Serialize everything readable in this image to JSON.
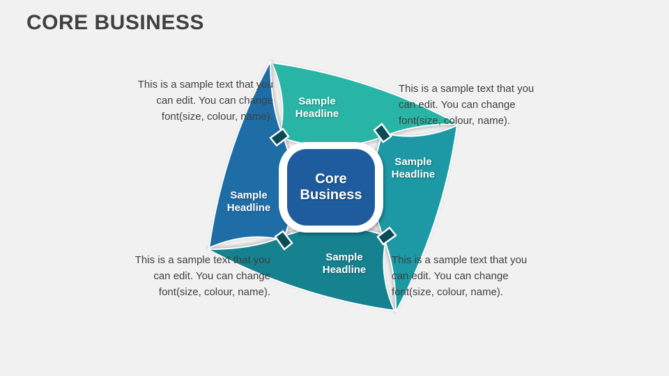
{
  "slide": {
    "title": "CORE BUSINESS",
    "background_color": "#F1F1F1",
    "title_color": "#404040",
    "body_text_color": "#3F3F3F"
  },
  "diagram": {
    "center": {
      "lines": [
        "Core",
        "Business"
      ],
      "color": "#1E5C9E",
      "ring_color": "#FFFFFF"
    },
    "diamond_color": "#0C4A55",
    "blades": {
      "top": {
        "color": "#29B5A6",
        "label_lines": [
          "Sample",
          "Headline"
        ]
      },
      "right": {
        "color": "#1C99A4",
        "label_lines": [
          "Sample",
          "Headline"
        ]
      },
      "bottom": {
        "color": "#16818F",
        "label_lines": [
          "Sample",
          "Headline"
        ]
      },
      "left": {
        "color": "#1F6DA6",
        "label_lines": [
          "Sample",
          "Headline"
        ]
      }
    }
  },
  "callouts": {
    "top_left": {
      "lines": [
        "This is a sample text that you",
        "can edit. You can change",
        "font(size, colour, name)."
      ]
    },
    "top_right": {
      "lines": [
        "This is a sample text that you",
        "can edit. You can change",
        "font(size, colour, name)."
      ]
    },
    "bottom_left": {
      "lines": [
        "This is a sample text that you",
        "can edit. You can change",
        "font(size, colour, name)."
      ]
    },
    "bottom_right": {
      "lines": [
        "This is a sample text that you",
        "can edit. You can change",
        "font(size, colour, name)."
      ]
    }
  }
}
